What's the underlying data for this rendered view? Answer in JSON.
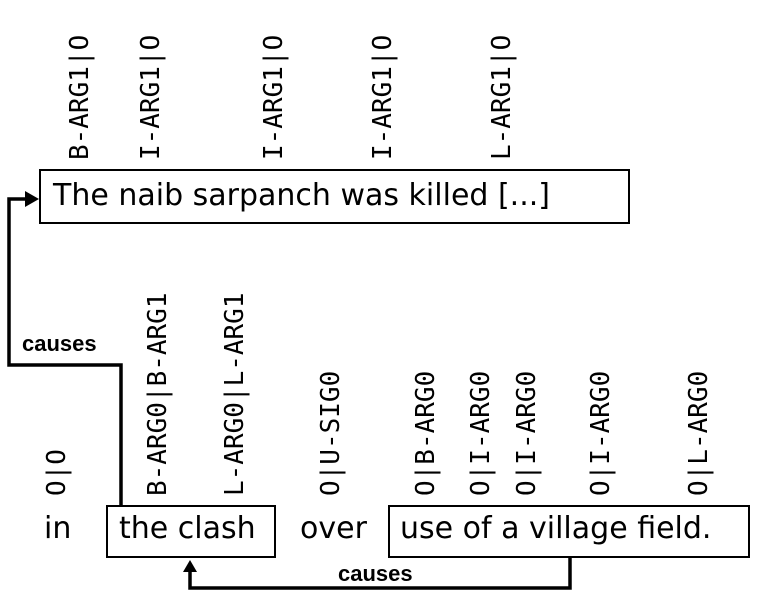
{
  "effect_span": {
    "text": "The naib sarpanch was killed [...]",
    "tags": [
      "B-ARG1|O",
      "I-ARG1|O",
      "I-ARG1|O",
      "I-ARG1|O",
      "L-ARG1|O"
    ]
  },
  "tokens": [
    {
      "text": "in",
      "tag": "O|O"
    },
    {
      "text": "the clash",
      "tags": [
        "B-ARG0|B-ARG1",
        "L-ARG0|L-ARG1"
      ]
    },
    {
      "text": "over",
      "tag": "O|U-SIG0"
    },
    {
      "text": "use of a village field.",
      "tags": [
        "O|B-ARG0",
        "O|I-ARG0",
        "O|I-ARG0",
        "O|I-ARG0",
        "O|L-ARG0"
      ]
    }
  ],
  "relations": {
    "left": "causes",
    "bottom": "causes"
  }
}
